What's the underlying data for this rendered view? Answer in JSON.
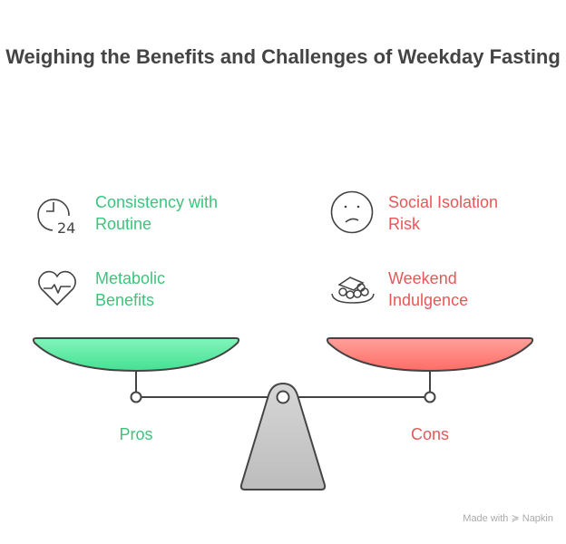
{
  "title": "Weighing the Benefits and Challenges of Weekday Fasting",
  "pros": {
    "label": "Pros",
    "color": "#3cc47c",
    "items": [
      {
        "line1": "Consistency with",
        "line2": "Routine",
        "icon": "clock-24-icon"
      },
      {
        "line1": "Metabolic",
        "line2": "Benefits",
        "icon": "heart-pulse-icon"
      }
    ]
  },
  "cons": {
    "label": "Cons",
    "color": "#e85757",
    "items": [
      {
        "line1": "Social Isolation",
        "line2": "Risk",
        "icon": "sad-face-icon"
      },
      {
        "line1": "Weekend",
        "line2": "Indulgence",
        "icon": "food-plate-icon"
      }
    ]
  },
  "credit": "Made with ≽ Napkin"
}
